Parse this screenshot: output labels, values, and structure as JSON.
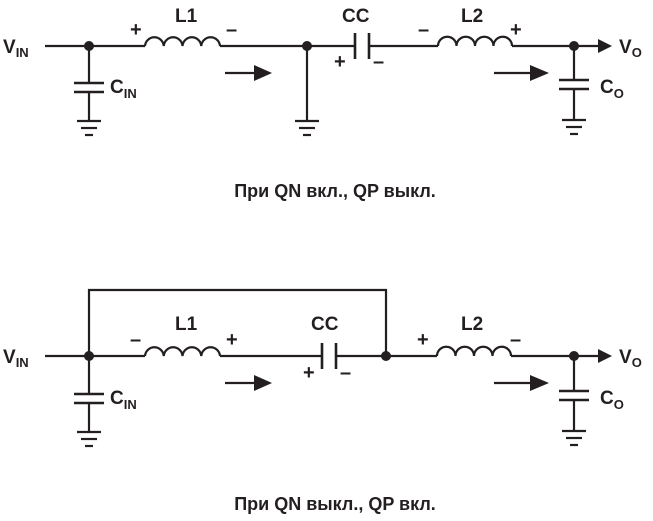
{
  "circuit_top": {
    "vin": "V",
    "vin_sub": "IN",
    "vo": "V",
    "vo_sub": "O",
    "cin": "C",
    "cin_sub": "IN",
    "co": "C",
    "co_sub": "O",
    "l1": "L1",
    "l2": "L2",
    "cc": "CC",
    "l1_left_sign": "+",
    "l1_right_sign": "–",
    "l2_left_sign": "–",
    "l2_right_sign": "+",
    "cc_left_sign": "+",
    "cc_right_sign": "–",
    "caption": "При QN вкл., QP выкл."
  },
  "circuit_bottom": {
    "vin": "V",
    "vin_sub": "IN",
    "vo": "V",
    "vo_sub": "O",
    "cin": "C",
    "cin_sub": "IN",
    "co": "C",
    "co_sub": "O",
    "l1": "L1",
    "l2": "L2",
    "cc": "CC",
    "l1_left_sign": "–",
    "l1_right_sign": "+",
    "l2_left_sign": "+",
    "l2_right_sign": "–",
    "cc_left_sign": "+",
    "cc_right_sign": "–",
    "caption": "При QN выкл., QP вкл."
  },
  "colors": {
    "ink": "#231f20",
    "background": "#ffffff"
  }
}
